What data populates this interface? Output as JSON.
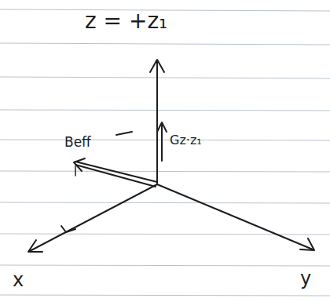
{
  "diagram": {
    "labels": [
      "z = +z₁",
      "Beff",
      "Gz·z₁",
      "x",
      "y"
    ]
  }
}
